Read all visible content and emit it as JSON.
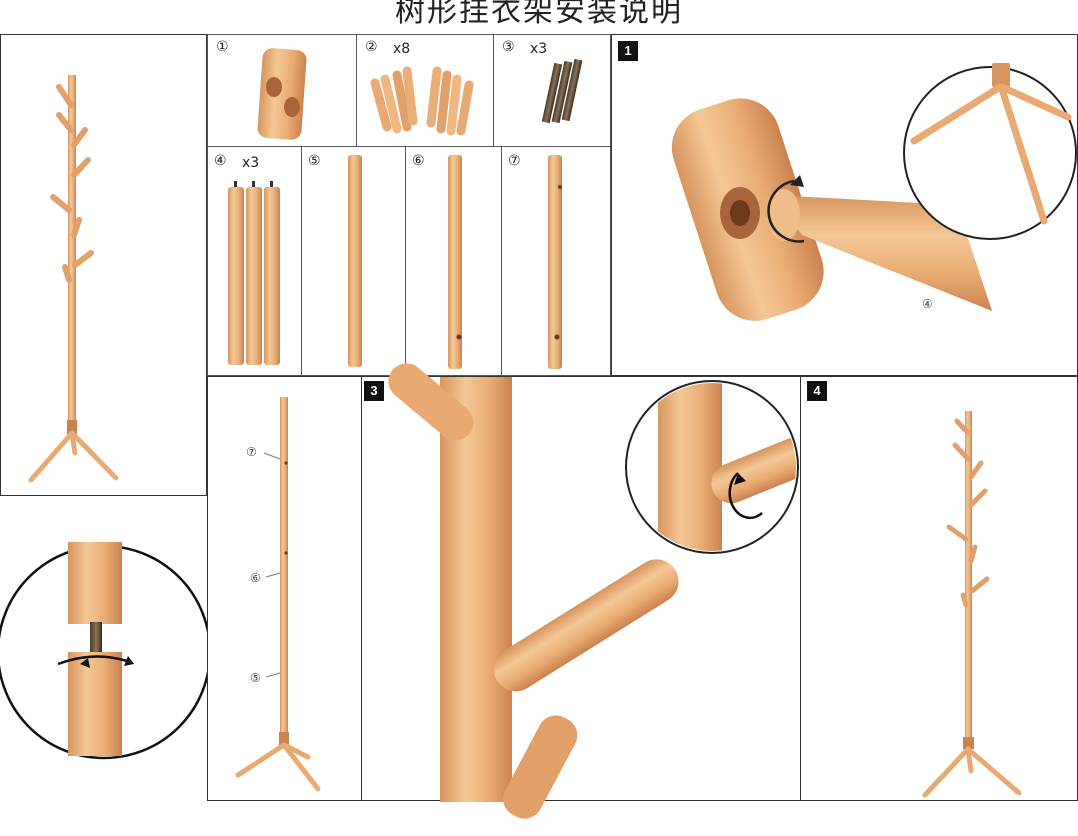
{
  "title": "树形挂衣架安装说明",
  "parts": [
    {
      "label": "①",
      "qty": ""
    },
    {
      "label": "②",
      "qty": "x8"
    },
    {
      "label": "③",
      "qty": "x3"
    },
    {
      "label": "④",
      "qty": "x3"
    },
    {
      "label": "⑤",
      "qty": ""
    },
    {
      "label": "⑥",
      "qty": ""
    },
    {
      "label": "⑦",
      "qty": ""
    }
  ],
  "steps": [
    "1",
    "3",
    "4"
  ],
  "callouts": {
    "step1_leg": "④",
    "pole_top": "⑦",
    "pole_mid": "⑥",
    "pole_bottom": "⑤"
  },
  "colors": {
    "wood_light": "#f0c08c",
    "wood_mid": "#e2a06a",
    "wood_dark": "#c98250",
    "frame": "#333333"
  }
}
